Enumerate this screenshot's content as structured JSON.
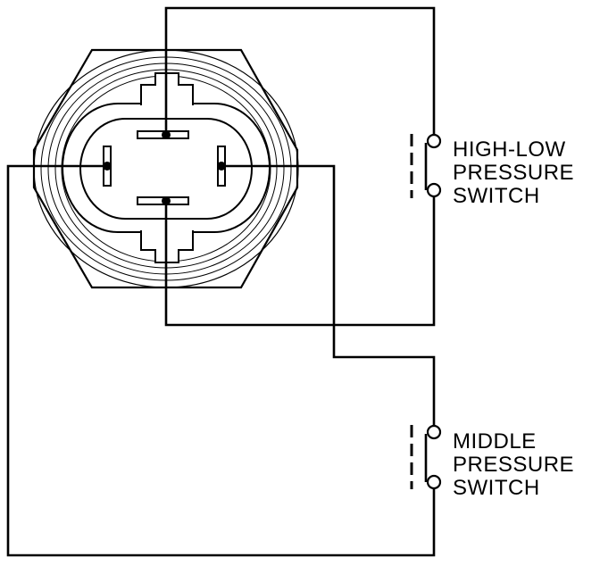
{
  "switches": {
    "high_low": {
      "lines": [
        "HIGH-LOW",
        "PRESSURE",
        "SWITCH"
      ]
    },
    "middle": {
      "lines": [
        "MIDDLE",
        "PRESSURE",
        "SWITCH"
      ]
    }
  },
  "colors": {
    "line": "#000000",
    "background": "#ffffff"
  }
}
